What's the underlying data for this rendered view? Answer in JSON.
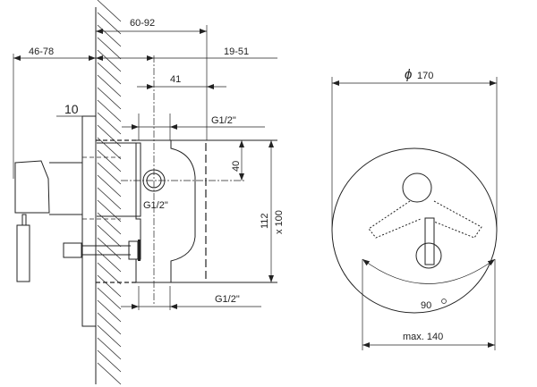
{
  "side_view": {
    "dim_60_92": "60-92",
    "dim_46_78": "46-78",
    "dim_19_51": "19-51",
    "dim_41": "41",
    "dim_10": "10",
    "thread_top": "G1/2\"",
    "thread_mid": "G1/2\"",
    "thread_bottom": "G1/2\"",
    "dim_40": "40",
    "dim_112": "112",
    "dim_x100": "x 100"
  },
  "front_view": {
    "diameter_symbol": "ϕ",
    "diameter": "170",
    "angle": "90",
    "max_width": "max. 140"
  }
}
